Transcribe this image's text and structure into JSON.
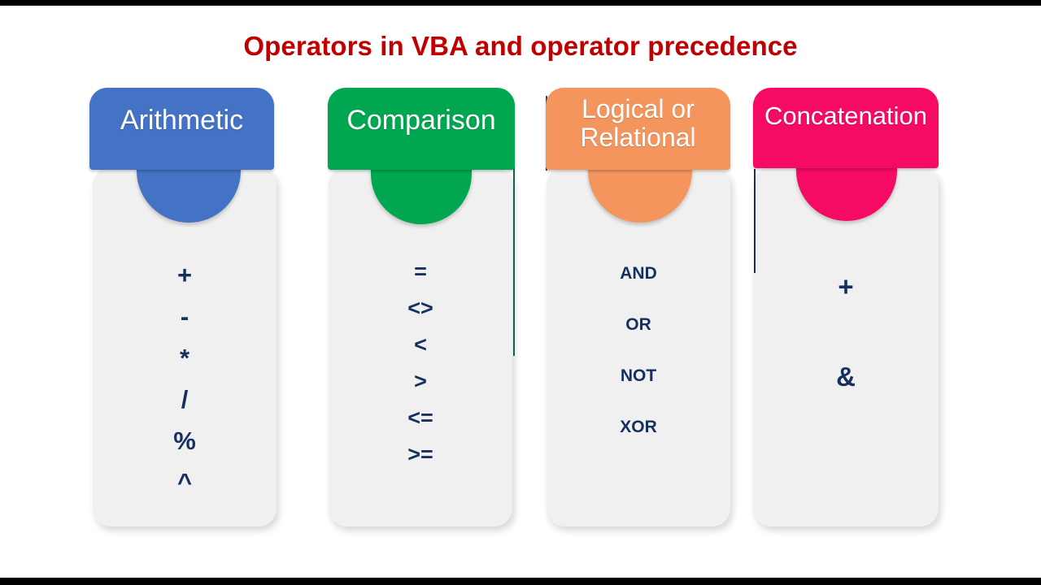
{
  "slide": {
    "title": "Operators in VBA and operator precedence",
    "title_color": "#C00000",
    "background": "#FFFFFF",
    "body_color": "#F0F0F0",
    "operator_text_color": "#15305E"
  },
  "cards": [
    {
      "id": "arithmetic",
      "title": "Arithmetic",
      "color": "#4472C4",
      "accent_color": "#2F4F87",
      "operators": [
        "+",
        "-",
        "*",
        "/",
        "%",
        "^"
      ]
    },
    {
      "id": "comparison",
      "title": "Comparison",
      "color": "#00A650",
      "accent_color": "#17605A",
      "operators": [
        "=",
        "<>",
        "<",
        ">",
        "<=",
        ">="
      ]
    },
    {
      "id": "logical-or-relational",
      "title": "Logical or\nRelational",
      "color": "#F4955E",
      "accent_color": "#2B4470",
      "operators": [
        "AND",
        "OR",
        "NOT",
        "XOR"
      ]
    },
    {
      "id": "concatenation",
      "title": "Concatenation",
      "color": "#F50A64",
      "accent_color": "#23304A",
      "operators": [
        "+",
        "&"
      ]
    }
  ]
}
